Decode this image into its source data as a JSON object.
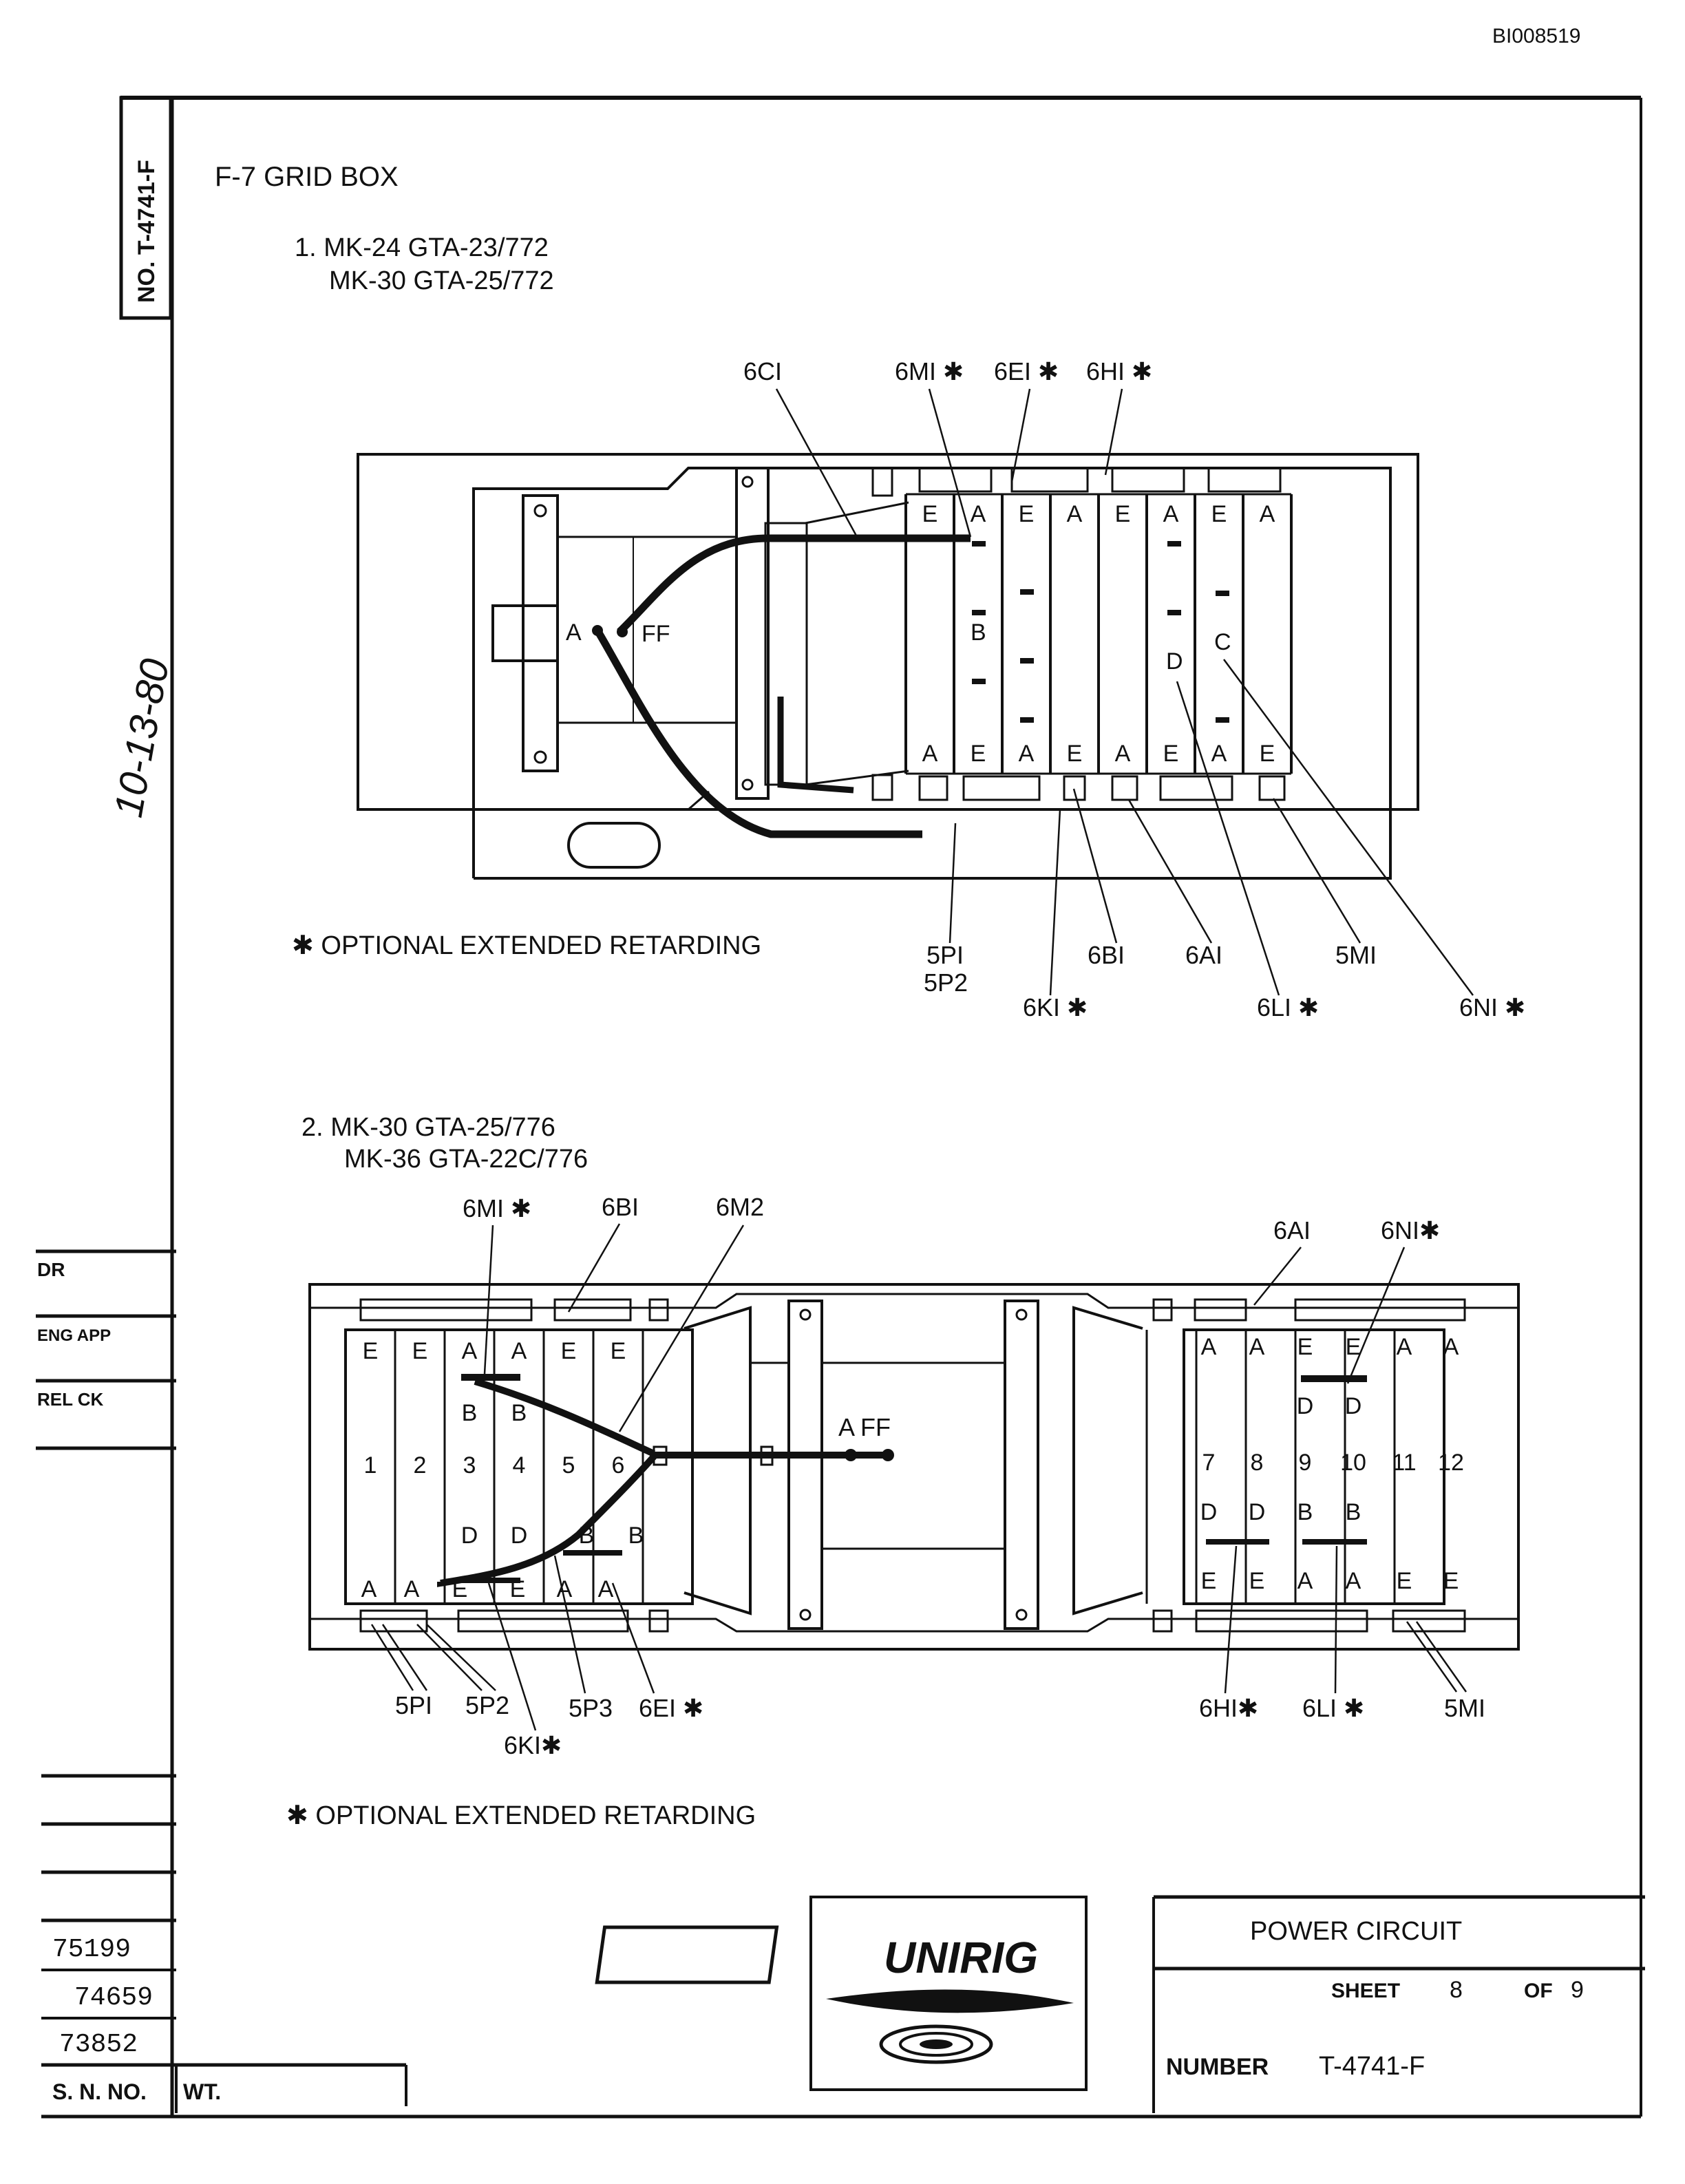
{
  "doc_id": "BI008519",
  "side_number": "NO. T-4741-F",
  "handwritten_date": "10-13-80",
  "section_title": "F-7   GRID BOX",
  "diagram1": {
    "heading_line1": "1.  MK-24   GTA-23/772",
    "heading_line2": "MK-30   GTA-25/772",
    "top_callouts": [
      "6CI",
      "6MI ✱",
      "6EI ✱",
      "6HI ✱"
    ],
    "bottom_callouts": [
      "5PI",
      "5P2",
      "6KI ✱",
      "6BI",
      "6AI",
      "6LI ✱",
      "5MI",
      "6NI ✱"
    ],
    "terminal_labels": [
      "A",
      "FF"
    ],
    "top_row_letters": [
      "E",
      "A",
      "E",
      "A",
      "E",
      "A",
      "E",
      "A"
    ],
    "bottom_row_letters": [
      "A",
      "E",
      "A",
      "E",
      "A",
      "E",
      "A",
      "E"
    ],
    "point_labels": [
      "B",
      "D",
      "C"
    ],
    "footnote": "✱ OPTIONAL  EXTENDED  RETARDING"
  },
  "diagram2": {
    "heading_line1": "2.  MK-30   GTA-25/776",
    "heading_line2": "MK-36   GTA-22C/776",
    "top_callouts": [
      "6MI ✱",
      "6BI",
      "6M2",
      "6AI",
      "6NI✱"
    ],
    "bottom_callouts": [
      "5PI",
      "5P2",
      "5P3",
      "6EI ✱",
      "6KI✱",
      "6HI✱",
      "6LI ✱",
      "5MI"
    ],
    "terminal_label": "A FF",
    "left_numbers": [
      "1",
      "2",
      "3",
      "4",
      "5",
      "6"
    ],
    "right_numbers": [
      "7",
      "8",
      "9",
      "10",
      "11",
      "12"
    ],
    "left_top_letters": [
      "E",
      "E",
      "A",
      "A",
      "E",
      "E"
    ],
    "left_mid_letters": [
      "B",
      "B"
    ],
    "left_low_letters": [
      "D",
      "D",
      "B",
      "B"
    ],
    "left_bottom_letters": [
      "A",
      "A",
      "E",
      "E",
      "A",
      "A"
    ],
    "right_top_letters": [
      "A",
      "A",
      "E",
      "E",
      "A",
      "A"
    ],
    "right_mid_letters": [
      "D",
      "D"
    ],
    "right_low_letters": [
      "D",
      "D",
      "B",
      "B"
    ],
    "right_bottom_letters": [
      "E",
      "E",
      "A",
      "A",
      "E",
      "E"
    ],
    "footnote": "✱ OPTIONAL  EXTENDED  RETARDING"
  },
  "left_column": {
    "labels": [
      "DR",
      "ENG APP",
      "REL CK"
    ],
    "serials": [
      "75199",
      "74659",
      "73852"
    ],
    "sn_label": "S. N. NO.",
    "wt_label": "WT."
  },
  "title_block": {
    "logo_text": "UNIRIG",
    "title": "POWER  CIRCUIT",
    "sheet_label": "SHEET",
    "sheet_number": "8",
    "of_label": "OF",
    "sheet_total": "9",
    "number_label": "NUMBER",
    "number_value": "T-4741-F"
  }
}
